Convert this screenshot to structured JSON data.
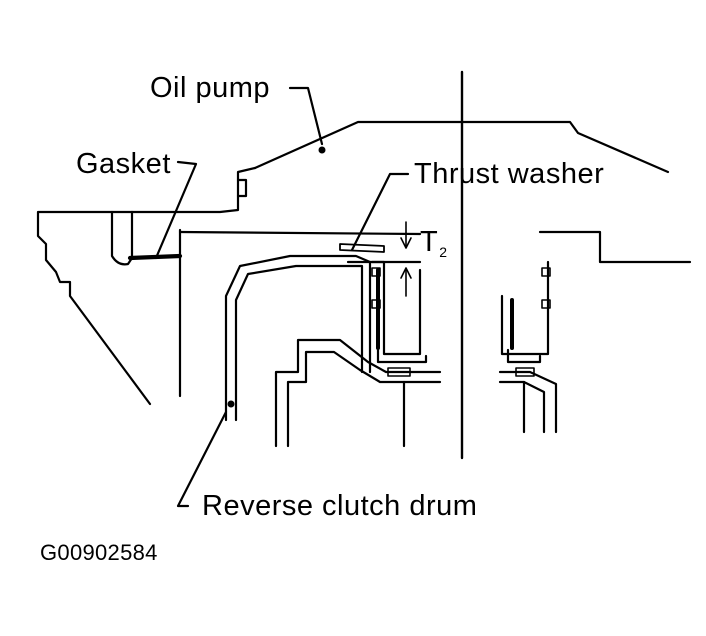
{
  "labels": {
    "oil_pump": "Oil pump",
    "gasket": "Gasket",
    "thrust_washer": "Thrust washer",
    "clearance_t": "T",
    "clearance_sub": "2",
    "reverse_clutch_drum": "Reverse clutch drum"
  },
  "figure_id": "G00902584"
}
